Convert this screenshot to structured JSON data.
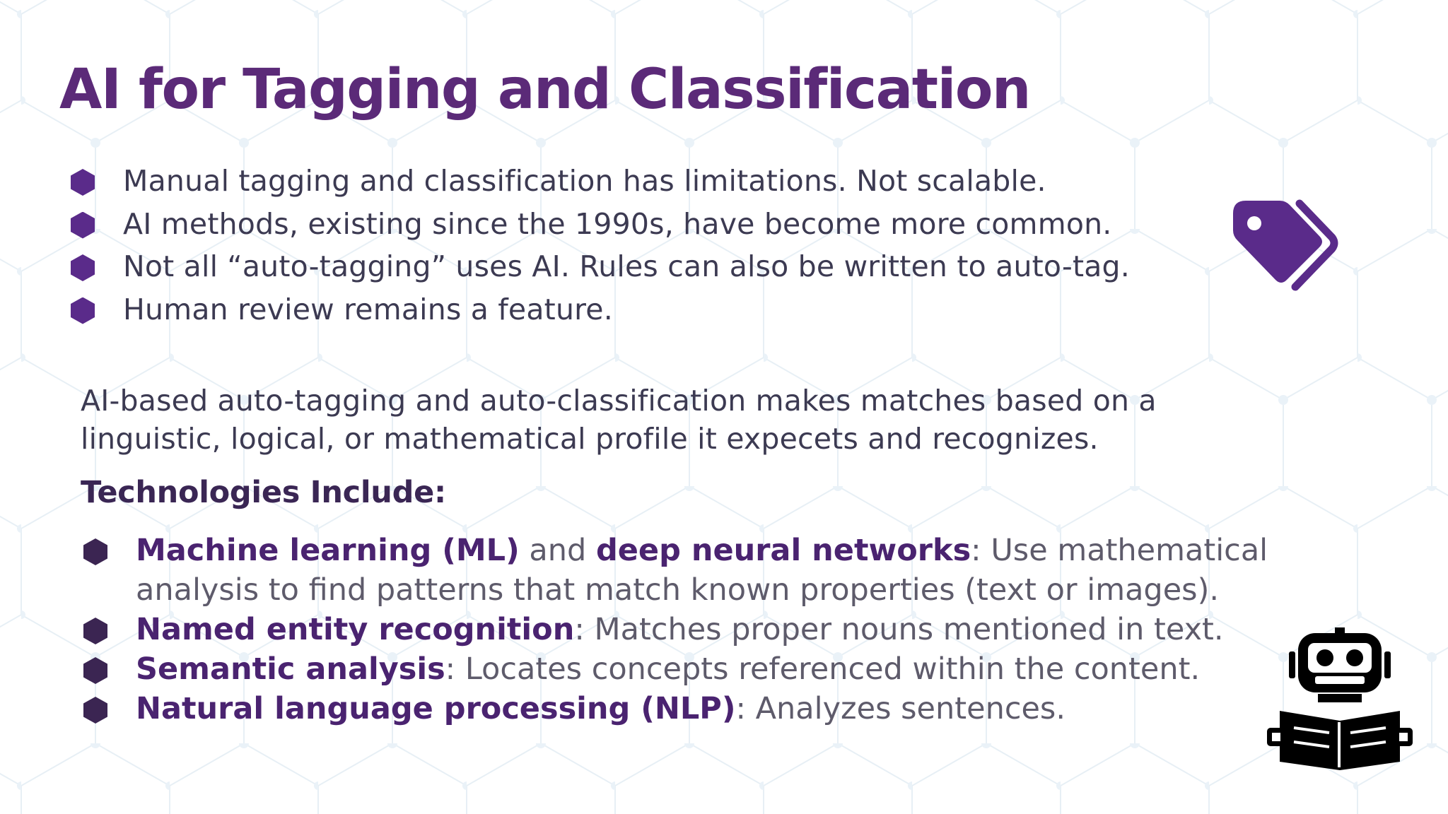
{
  "slide": {
    "title": "AI for Tagging and Classification",
    "bullets": [
      "Manual tagging and classification has limitations.  Not scalable.",
      "AI methods, existing since the 1990s, have become more common.",
      "Not all “auto-tagging” uses AI. Rules can also be written to auto-tag.",
      "Human review remains a feature."
    ],
    "paragraph": {
      "line1": "AI-based auto-tagging and auto-classification makes matches based on a",
      "line2": "linguistic, logical, or mathematical profile it expecets and recognizes."
    },
    "technologies_heading": "Technologies Include:",
    "technologies": [
      {
        "term": "Machine learning (ML)",
        "join": " and ",
        "term2": "deep neural networks",
        "desc": ": Use mathematical",
        "desc2": "analysis to find patterns that match known properties (text or images)."
      },
      {
        "term": "Named entity recognition",
        "desc": ": Matches proper nouns mentioned in text."
      },
      {
        "term": "Semantic analysis",
        "desc": ": Locates concepts referenced within the content."
      },
      {
        "term": "Natural language processing (NLP)",
        "desc": ": Analyzes sentences."
      }
    ]
  },
  "icons": {
    "tag": "tags-icon",
    "robot": "robot-reading-book-icon",
    "bullet": "hexagon-bullet-icon",
    "background": "hexagon-network-pattern"
  },
  "colors": {
    "title": "#5b2a78",
    "accent": "#5a2b8a",
    "bold_term": "#4a2370",
    "body_text": "#3c3a52",
    "secondary_text": "#5e5b6b"
  }
}
